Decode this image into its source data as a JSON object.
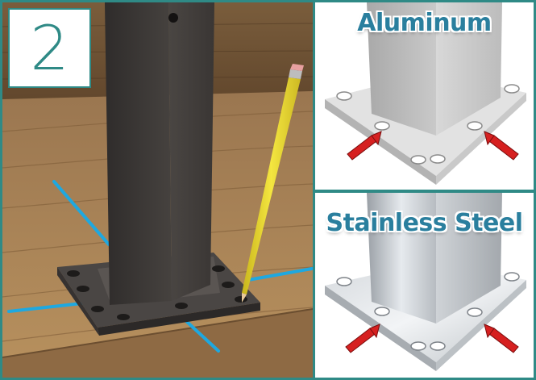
{
  "step": {
    "number": "2"
  },
  "panels": {
    "aluminum": {
      "label": "Aluminum"
    },
    "stainless": {
      "label": "Stainless Steel"
    }
  },
  "colors": {
    "frame": "#2f8a86",
    "label_text": "#2a7f9e",
    "arrow": "#d62020",
    "layout_line": "#1ea8e0",
    "pencil": "#f2e23a",
    "post": "#3d3a38"
  },
  "icons": [
    "pencil",
    "red-arrow"
  ]
}
